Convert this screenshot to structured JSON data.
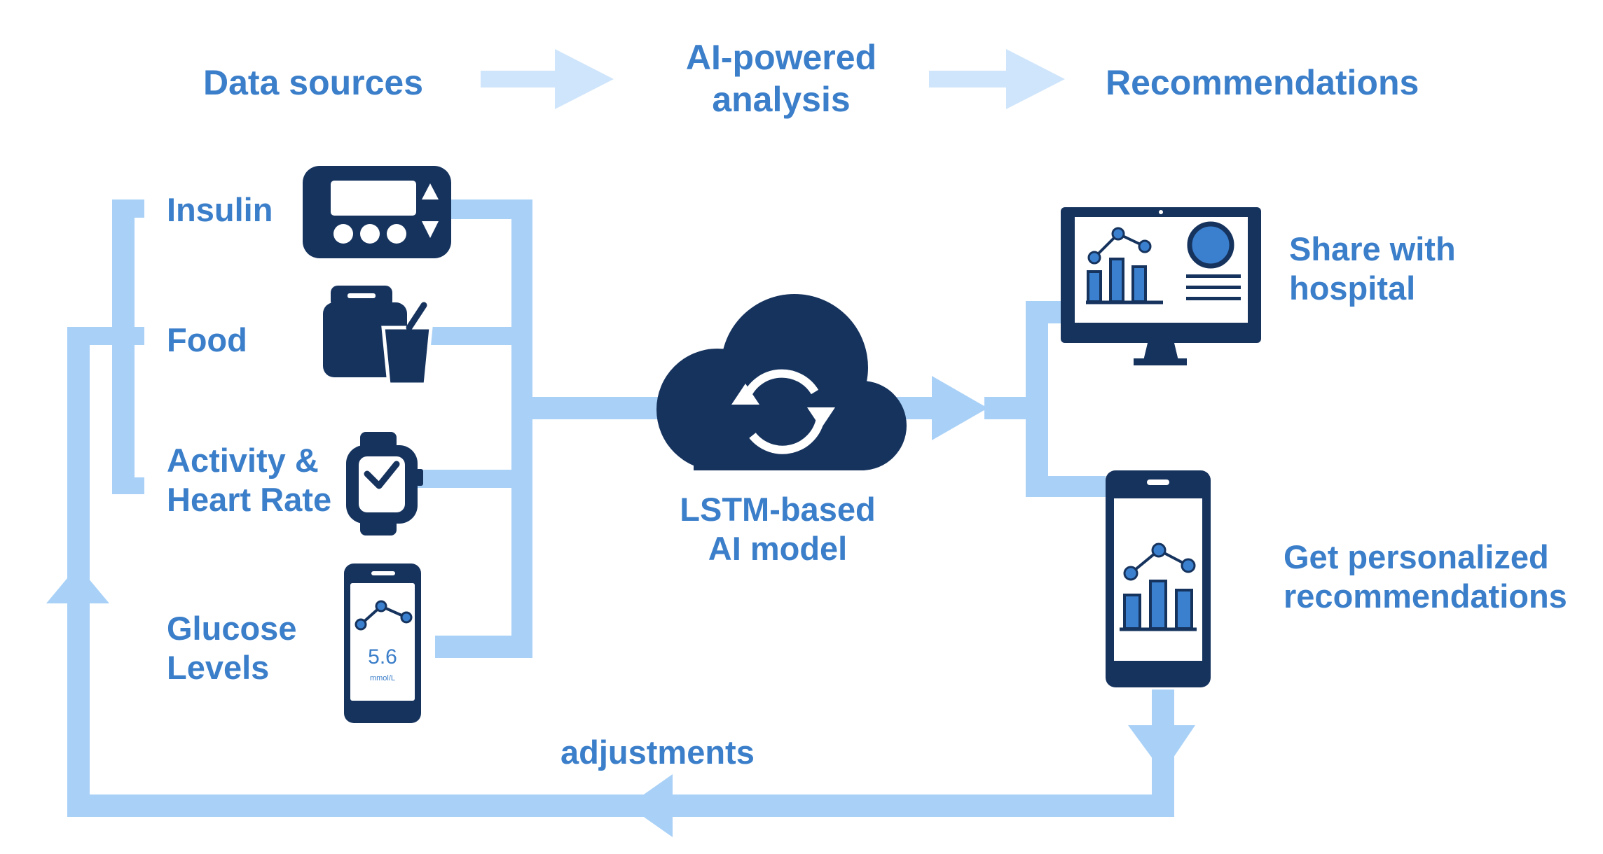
{
  "header": {
    "step1": "Data sources",
    "step2_line1": "AI-powered",
    "step2_line2": "analysis",
    "step3": "Recommendations"
  },
  "inputs": {
    "insulin": "Insulin",
    "food": "Food",
    "activity_line1": "Activity &",
    "activity_line2": "Heart Rate",
    "glucose_line1": "Glucose",
    "glucose_line2": "Levels"
  },
  "phone_readout": {
    "value": "5.6",
    "unit": "mmol/L"
  },
  "model": {
    "line1": "LSTM-based",
    "line2": "AI model"
  },
  "outputs": {
    "share_line1": "Share with",
    "share_line2": "hospital",
    "personal_line1": "Get personalized",
    "personal_line2": "recommendations"
  },
  "feedback": {
    "label": "adjustments"
  },
  "colors": {
    "flow": "#a9d1f7",
    "flow_light": "#cfe5fb",
    "icon": "#16335e",
    "text": "#3b7ec9",
    "accent": "#3a80cf"
  }
}
